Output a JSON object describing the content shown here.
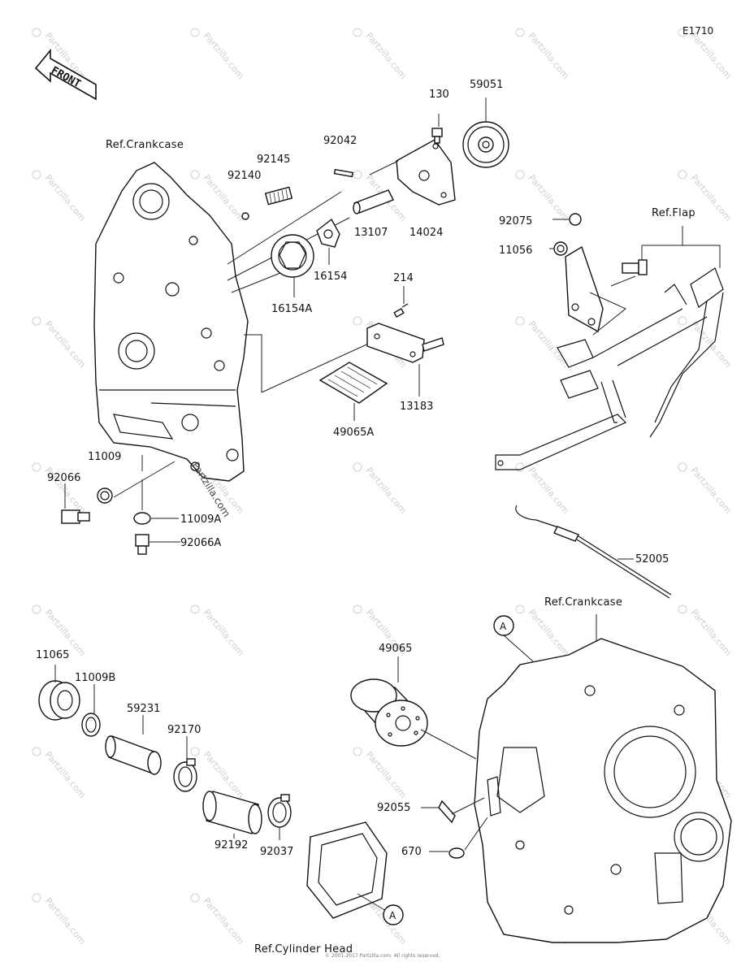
{
  "figure_code": "E1710",
  "front_label": "FRONT",
  "refs": {
    "crankcase_top": "Ref.Crankcase",
    "flap": "Ref.Flap",
    "crankcase_bottom": "Ref.Crankcase",
    "cylinder_head": "Ref.Cylinder Head"
  },
  "callouts": {
    "a1": "A",
    "a2": "A"
  },
  "parts": {
    "p130": "130",
    "p59051": "59051",
    "p92042": "92042",
    "p92145": "92145",
    "p92140": "92140",
    "p14024": "14024",
    "p13107": "13107",
    "p16154": "16154",
    "p16154A": "16154A",
    "p92075": "92075",
    "p11056": "11056",
    "p214": "214",
    "p13183": "13183",
    "p49065A": "49065A",
    "p11009": "11009",
    "p92066": "92066",
    "p11009A": "11009A",
    "p92066A": "92066A",
    "p52005": "52005",
    "p11065": "11065",
    "p11009B": "11009B",
    "p59231": "59231",
    "p92170": "92170",
    "p49065": "49065",
    "p92055": "92055",
    "p670": "670",
    "p92192": "92192",
    "p92037": "92037"
  },
  "watermark": {
    "text": "Partzilla.com",
    "center_mark": "Partzilla.com"
  },
  "copyright": "© 2001-2017 Partzilla.com. All rights reserved."
}
